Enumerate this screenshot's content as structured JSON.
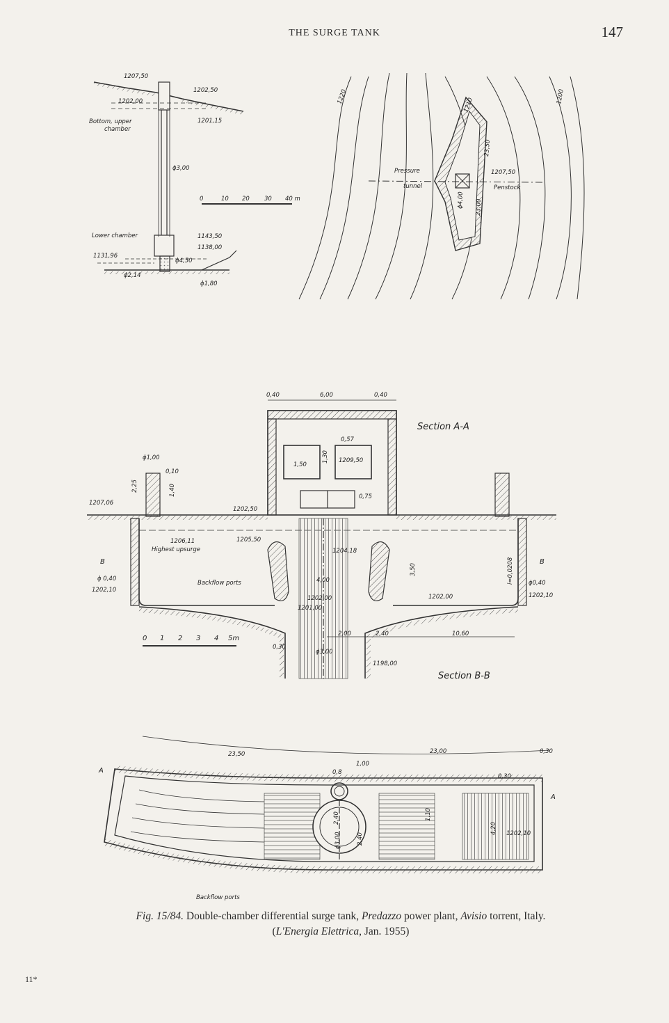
{
  "header": {
    "running_title": "THE SURGE TANK",
    "page_number": "147"
  },
  "top_left_profile": {
    "labels": {
      "top_elev": "1207,50",
      "elev_1202_50": "1202,50",
      "elev_1202_00": "1202,00",
      "elev_1201_15": "1201,15",
      "bottom_upper_1": "Bottom, upper",
      "bottom_upper_2": "chamber",
      "shaft_dia": "ϕ3,00",
      "lower_chamber": "Lower chamber",
      "elev_1143_50": "1143,50",
      "elev_1138_00": "1138,00",
      "elev_1131_96": "1131,96",
      "dia_450": "ϕ4,50",
      "dia_214": "ϕ2,14",
      "dia_180": "ϕ1,80"
    },
    "scale": [
      "0",
      "10",
      "20",
      "30",
      "40 m"
    ]
  },
  "top_right_plan": {
    "labels": {
      "contour_1220": "1220",
      "contour_1210": "1210",
      "contour_1200": "1200",
      "pressure_tunnel_1": "Pressure",
      "pressure_tunnel_2": "tunnel",
      "penstock": "Penstock",
      "elev_1207_50": "1207,50",
      "dim_23_50": "23,50",
      "dim_23_00": "23,00",
      "dia_400": "ϕ4,00"
    }
  },
  "section": {
    "titles": {
      "aa": "Section A-A",
      "bb": "Section B-B"
    },
    "labels": {
      "d040a": "0,40",
      "d600": "6,00",
      "d040b": "0,40",
      "d057": "0,57",
      "d150": "1,50",
      "d130": "1,30",
      "e1209_50": "1209,50",
      "d100": "ϕ1,00",
      "d010": "0,10",
      "d225": "2,25",
      "d140": "1,40",
      "e1207_06": "1207,06",
      "e1202_50": "1202,50",
      "d075": "0,75",
      "e1206_11": "1206,11",
      "highest_upsurge": "Highest upsurge",
      "e1205_50": "1205,50",
      "e1204_18": "1204,18",
      "b_left": "B",
      "b_right": "B",
      "d040_left": "ϕ 0,40",
      "e1202_10_left": "1202,10",
      "backflow_ports": "Backflow ports",
      "d400": "4,00",
      "e1202_00a": "1202,00",
      "e1201_00": "1201,00",
      "d350": "3,50",
      "slope": "i=0,0208",
      "d040_right": "ϕ0,40",
      "e1202_10_right": "1202,10",
      "e1202_00b": "1202,00",
      "d200": "2,00",
      "d240": "2,40",
      "d1060": "10,60",
      "d030": "0,30",
      "d300": "ϕ3,00",
      "e1198_00": "1198,00"
    },
    "scale": [
      "0",
      "1",
      "2",
      "3",
      "4",
      "5m"
    ]
  },
  "plan": {
    "labels": {
      "d2350": "23,50",
      "d2300": "23,00",
      "d030a": "0,30",
      "d100": "1,00",
      "d080": "0,8",
      "d030b": "0,30",
      "a_left": "A",
      "a_right": "A",
      "d240": "2,40",
      "d300": "ϕ3,00",
      "d240b": "2,40",
      "d110": "1,10",
      "d420": "4,20",
      "e1202_10": "1202,10",
      "backflow_ports": "Backflow ports"
    }
  },
  "caption": {
    "fig_no": "Fig. 15/84.",
    "text1": " Double-chamber differential surge tank, ",
    "plant": "Predazzo",
    "text2": " power plant, ",
    "river": "Avisio",
    "text3": " torrent, Italy.",
    "source_open": "(",
    "source": "L'Energia Elettrica",
    "source_close": ", Jan. 1955)"
  },
  "signature": "11*"
}
